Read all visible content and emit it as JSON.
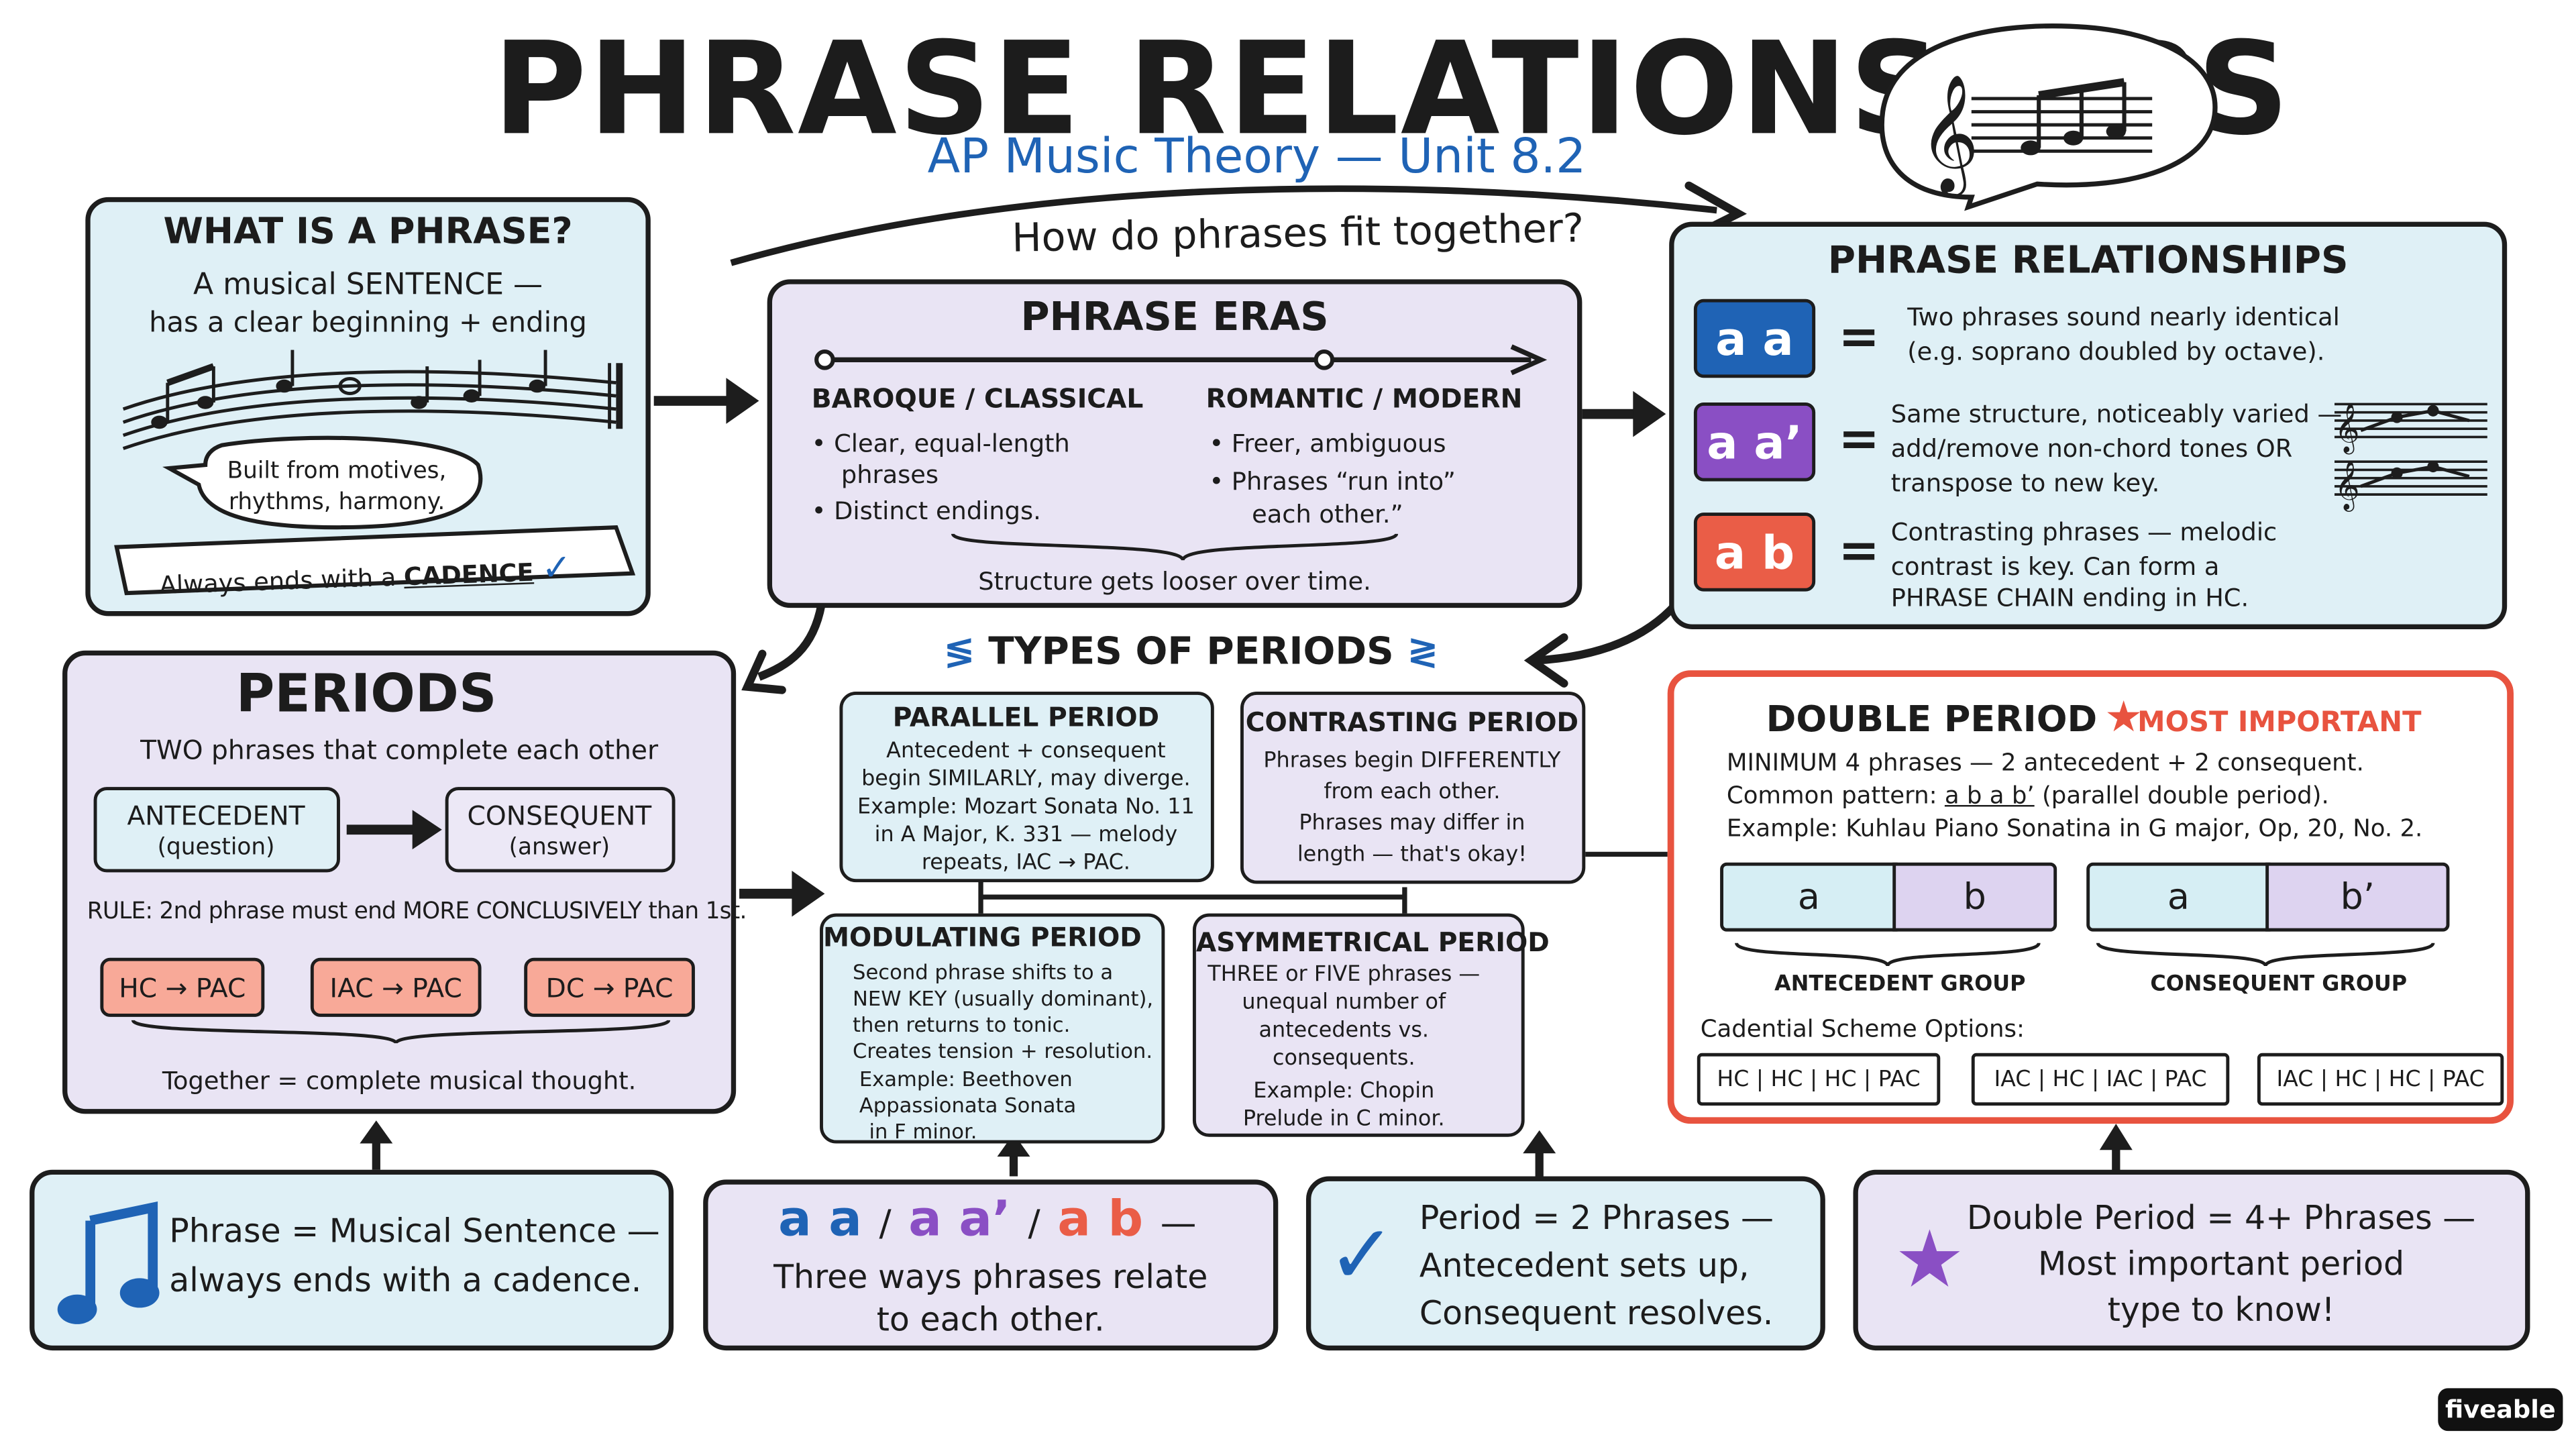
{
  "header": {
    "title": "PHRASE RELATIONSHIPS",
    "subtitle": "AP Music Theory — Unit 8.2",
    "question": "How do phrases fit together?"
  },
  "what_is_phrase": {
    "heading": "WHAT IS A PHRASE?",
    "line1": "A musical SENTENCE —",
    "line2": "has a clear beginning + ending",
    "bubble_line1": "Built from motives,",
    "bubble_line2": "rhythms, harmony.",
    "banner_prefix": "Always ends with a",
    "banner_keyword": "CADENCE"
  },
  "phrase_eras": {
    "heading": "PHRASE ERAS",
    "left_heading": "BAROQUE / CLASSICAL",
    "left_items": [
      "• Clear, equal-length",
      "phrases",
      "• Distinct endings."
    ],
    "right_heading": "ROMANTIC / MODERN",
    "right_items": [
      "• Freer, ambiguous",
      "• Phrases “run into”",
      "each other.”"
    ],
    "footer": "Structure gets looser over time."
  },
  "relationships": {
    "heading": "PHRASE RELATIONSHIPS",
    "equals": "=",
    "rows": [
      {
        "label": "a a",
        "color": "#1f63b5",
        "text1": "Two phrases sound nearly identical",
        "text2": "(e.g. soprano doubled by octave)."
      },
      {
        "label": "a a’",
        "color": "#8a4fc4",
        "text1": "Same structure, noticeably varied —",
        "text2": "add/remove non-chord tones OR",
        "text3": "transpose to new key."
      },
      {
        "label": "a b",
        "color": "#ea5d47",
        "text1": "Contrasting phrases — melodic",
        "text2": "contrast is key. Can form a",
        "text3": "PHRASE CHAIN ending in HC."
      }
    ]
  },
  "periods": {
    "heading": "PERIODS",
    "sub": "TWO phrases that complete each other",
    "antecedent": "ANTECEDENT",
    "antecedent_sub": "(question)",
    "consequent": "CONSEQUENT",
    "consequent_sub": "(answer)",
    "rule": "RULE: 2nd phrase must end MORE CONCLUSIVELY than 1st.",
    "chips": [
      "HC → PAC",
      "IAC → PAC",
      "DC → PAC"
    ],
    "footer": "Together = complete musical thought."
  },
  "types": {
    "heading": "TYPES OF PERIODS",
    "parallel": {
      "title": "PARALLEL PERIOD",
      "lines": [
        "Antecedent + consequent",
        "begin SIMILARLY, may diverge.",
        "Example: Mozart Sonata No. 11",
        "in A Major, K. 331 — melody",
        "repeats, IAC → PAC."
      ]
    },
    "contrasting": {
      "title": "CONTRASTING PERIOD",
      "lines": [
        "Phrases begin DIFFERENTLY",
        "from each other.",
        "Phrases may differ in",
        "length — that's okay!"
      ]
    },
    "modulating": {
      "title": "MODULATING PERIOD",
      "lines": [
        "Second phrase shifts to a",
        "NEW KEY (usually dominant),",
        "then returns to tonic.",
        "Creates tension + resolution.",
        "Example: Beethoven",
        "Appassionata Sonata",
        "in F minor."
      ]
    },
    "asymmetrical": {
      "title": "ASYMMETRICAL PERIOD",
      "lines": [
        "THREE or FIVE phrases —",
        "unequal number of",
        "antecedents vs.",
        "consequents.",
        "Example: Chopin",
        "Prelude in C minor."
      ]
    }
  },
  "double_period": {
    "heading": "DOUBLE PERIOD",
    "badge": "MOST IMPORTANT",
    "line1": "MINIMUM 4 phrases — 2 antecedent + 2 consequent.",
    "line2_prefix": "Common pattern:",
    "line2_pattern": "a b a b’",
    "line2_suffix": "(parallel double period).",
    "line3": "Example: Kuhlau Piano Sonatina in G major, Op, 20, No. 2.",
    "segments": [
      "a",
      "b",
      "a",
      "b’"
    ],
    "group_left": "ANTECEDENT GROUP",
    "group_right": "CONSEQUENT GROUP",
    "scheme_label": "Cadential Scheme Options:",
    "schemes": [
      "HC | HC | HC | PAC",
      "IAC | HC | IAC | PAC",
      "IAC | HC | HC | PAC"
    ],
    "accent": "#e8533f"
  },
  "summary": [
    {
      "icon": "music-note-icon",
      "line1": "Phrase = Musical Sentence —",
      "line2": "always ends with a cadence."
    },
    {
      "top_parts": [
        "a a",
        "/",
        "a a’",
        "/",
        "a b",
        "—"
      ],
      "line1": "Three ways phrases relate",
      "line2": "to each other."
    },
    {
      "icon": "check-icon",
      "line1": "Period = 2 Phrases —",
      "line2": "Antecedent sets up,",
      "line3": "Consequent resolves."
    },
    {
      "icon": "star-icon",
      "line1": "Double Period = 4+ Phrases —",
      "line2": "Most important period",
      "line3": "type to know!"
    }
  ],
  "brand": "fiveable"
}
